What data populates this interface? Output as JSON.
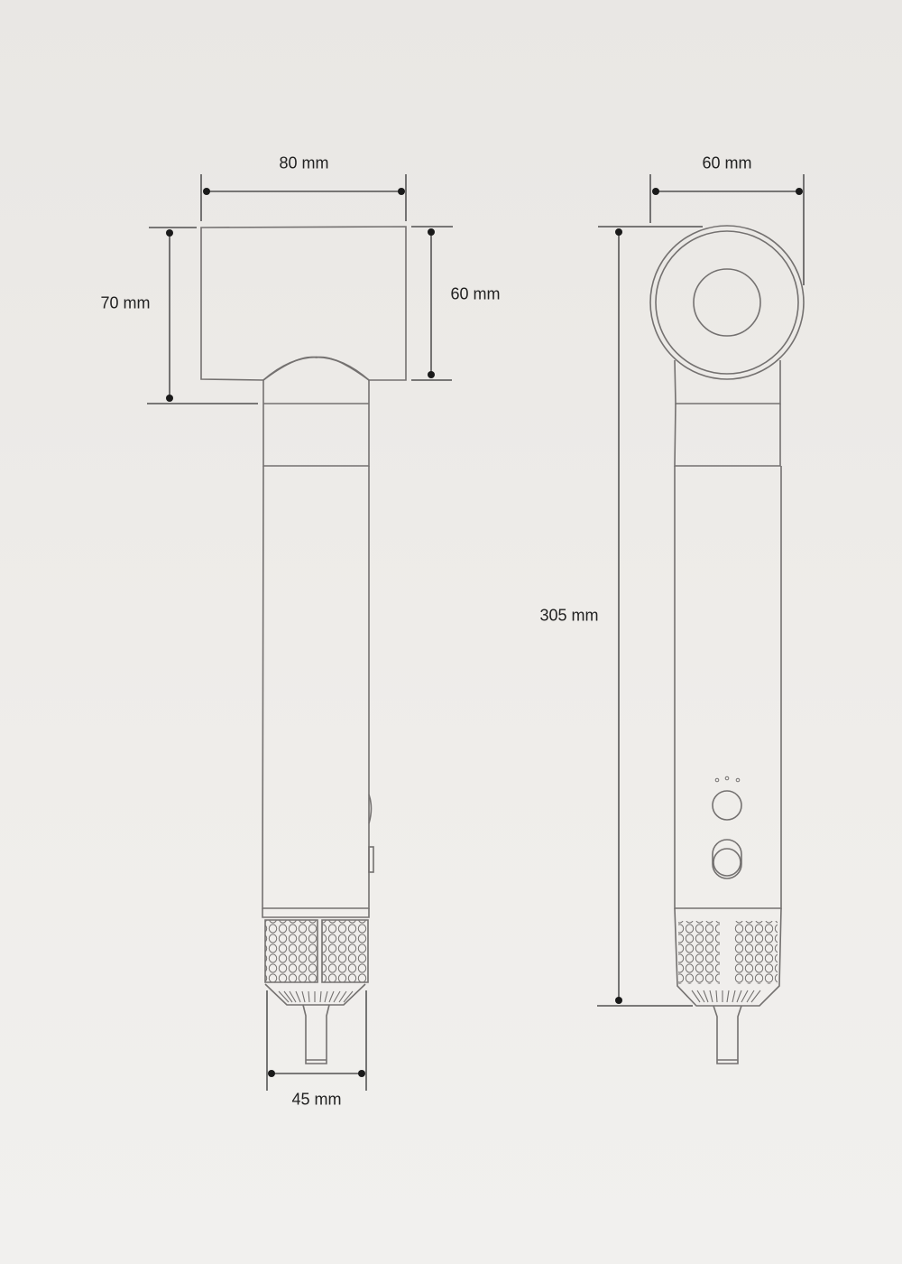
{
  "title": "Hair dryer dimension diagram",
  "colors": {
    "background": "#ece9e6",
    "outline": "#747170",
    "dimension": "#222222"
  },
  "front_view": {
    "width_label": "80 mm",
    "total_head_height_label": "70 mm",
    "head_height_label": "60 mm",
    "handle_base_width_label": "45 mm"
  },
  "side_view": {
    "head_diameter_label": "60 mm",
    "total_height_label": "305 mm",
    "indicator_dots": 3,
    "buttons": [
      "power-button",
      "heat-switch"
    ]
  }
}
